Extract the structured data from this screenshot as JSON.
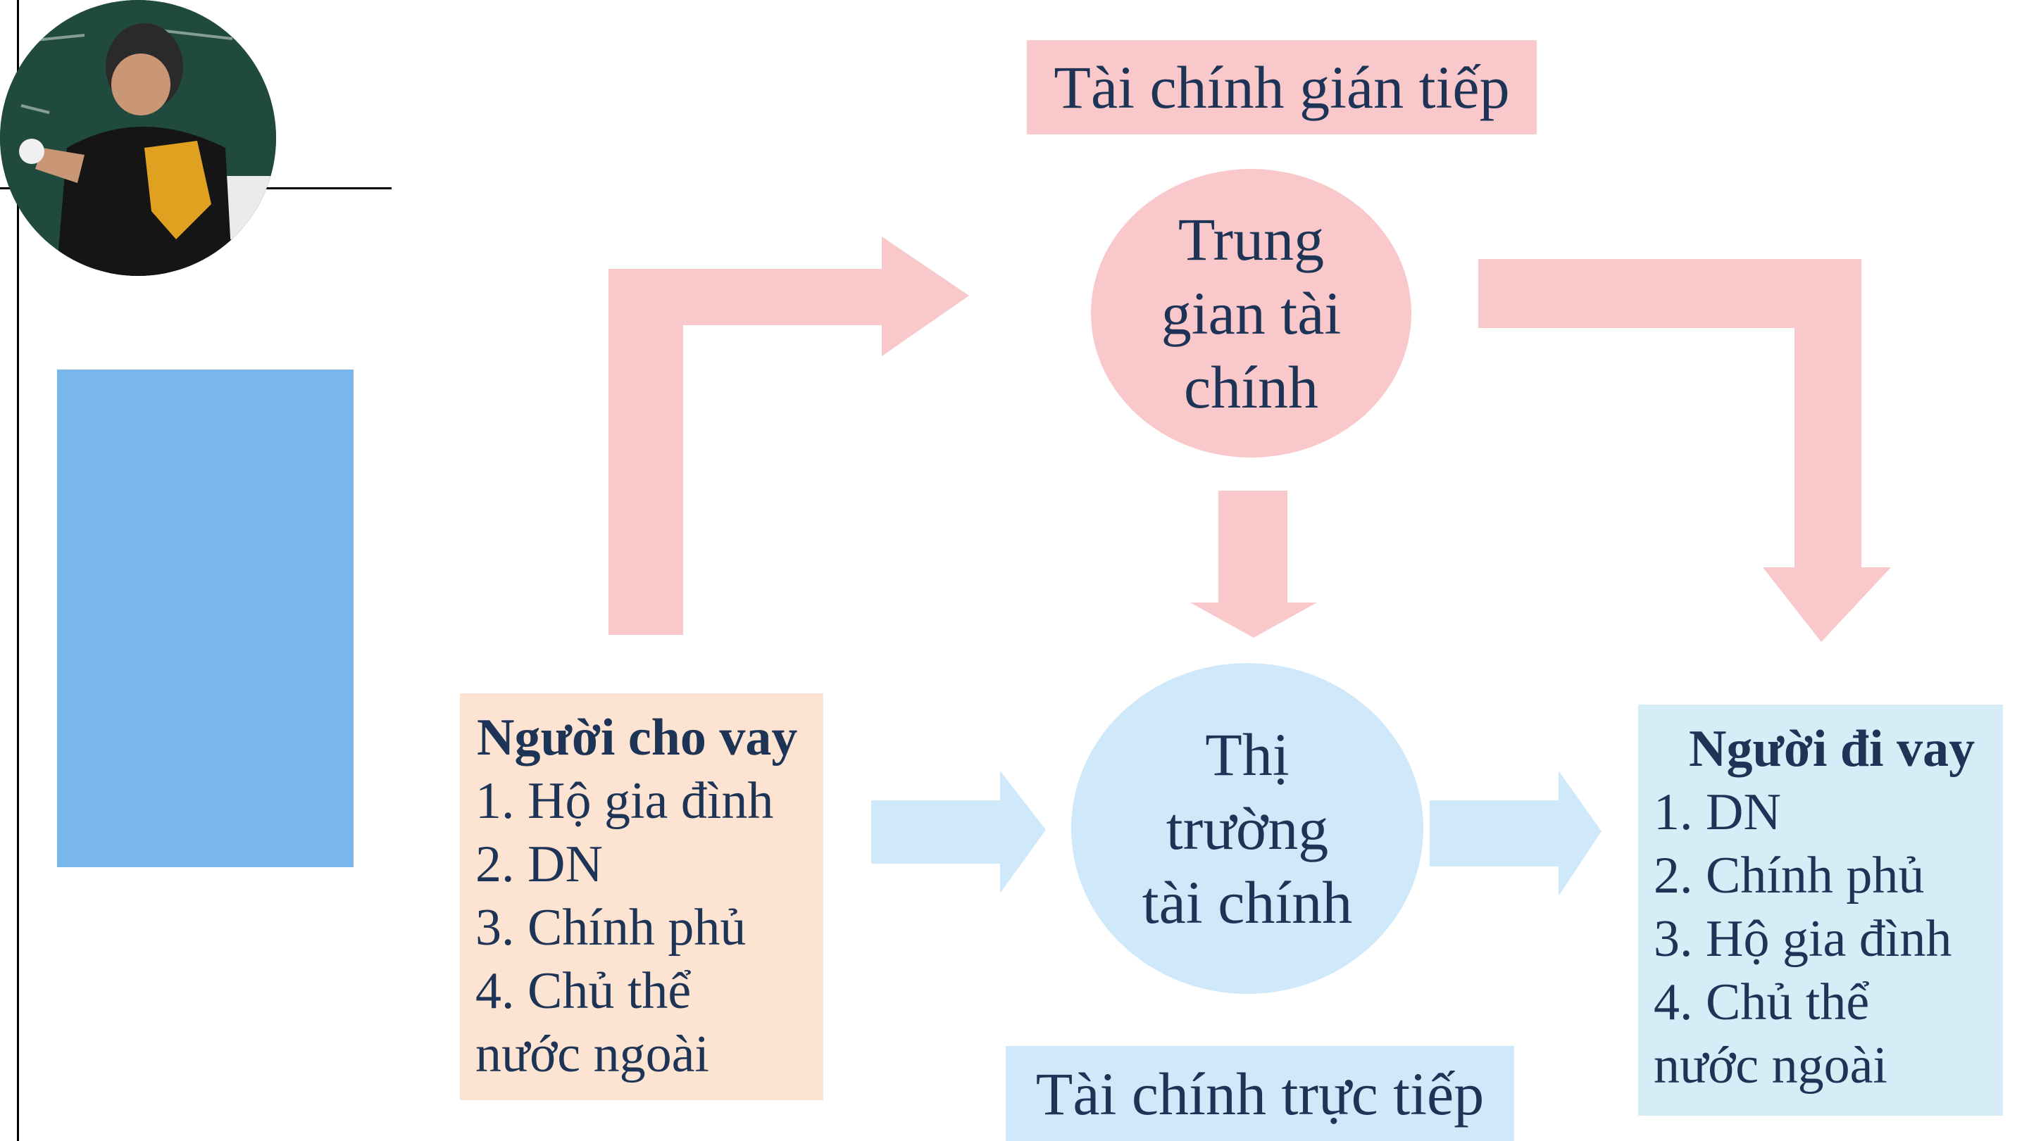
{
  "diagram": {
    "indirect_label": "Tài chính gián tiếp",
    "intermediary": [
      "Trung",
      "gian tài",
      "chính"
    ],
    "market": [
      "Thị",
      "trường",
      "tài chính"
    ],
    "direct_label": "Tài chính trực tiếp",
    "lenders": {
      "title": "Người cho vay",
      "items": [
        "1. Hộ gia đình",
        "2. DN",
        "3. Chính phủ",
        "4. Chủ thể",
        "nước ngoài"
      ]
    },
    "borrowers": {
      "title": "Người đi vay",
      "items": [
        "1. DN",
        "2. Chính phủ",
        "3. Hộ gia đình",
        "4. Chủ thể",
        "nước ngoài"
      ]
    }
  },
  "colors": {
    "pink": "#f8c8cb",
    "light_blue": "#cfe9fb",
    "peach": "#fce3d2",
    "sidebar_blue": "#78b6ec",
    "text": "#1e3456"
  }
}
